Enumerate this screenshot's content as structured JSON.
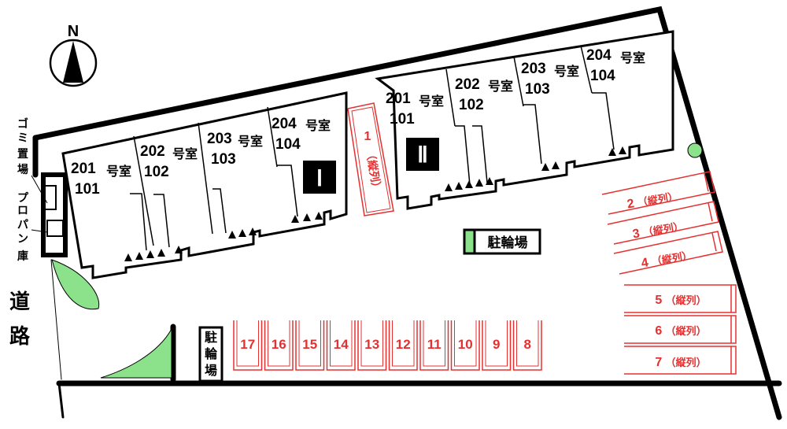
{
  "map": {
    "north_label": "N",
    "road_label_1": "道",
    "road_label_2": "路",
    "garbage_label": [
      "ゴ",
      "ミ",
      "置",
      "場"
    ],
    "propane_label": [
      "プ",
      "ロ",
      "パ",
      "ン",
      "庫"
    ],
    "building_1": {
      "mark": "Ⅰ",
      "units": [
        {
          "upper": "201",
          "lower": "101",
          "suffix": "号室"
        },
        {
          "upper": "202",
          "lower": "102",
          "suffix": "号室"
        },
        {
          "upper": "203",
          "lower": "103",
          "suffix": "号室"
        },
        {
          "upper": "204",
          "lower": "104",
          "suffix": "号室"
        }
      ]
    },
    "building_2": {
      "mark": "Ⅱ",
      "units": [
        {
          "upper": "201",
          "lower": "101",
          "suffix": "号室"
        },
        {
          "upper": "202",
          "lower": "102",
          "suffix": "号室"
        },
        {
          "upper": "203",
          "lower": "103",
          "suffix": "号室"
        },
        {
          "upper": "204",
          "lower": "104",
          "suffix": "号室"
        }
      ]
    },
    "parking_1": {
      "number": "1",
      "note": "（縦列）"
    },
    "parking_tandem": [
      {
        "number": "2",
        "note": "（縦列）"
      },
      {
        "number": "3",
        "note": "（縦列）"
      },
      {
        "number": "4",
        "note": "（縦列）"
      },
      {
        "number": "5",
        "note": "（縦列）"
      },
      {
        "number": "6",
        "note": "（縦列）"
      },
      {
        "number": "7",
        "note": "（縦列）"
      }
    ],
    "parking_row": [
      "17",
      "16",
      "15",
      "14",
      "13",
      "12",
      "11",
      "10",
      "9",
      "8"
    ],
    "bicycle_parking_horizontal": "駐輪場",
    "bicycle_parking_vertical": [
      "駐",
      "輪",
      "場"
    ],
    "colors": {
      "outline": "#000000",
      "parking": "#e53030",
      "green": "#8be28b"
    }
  }
}
